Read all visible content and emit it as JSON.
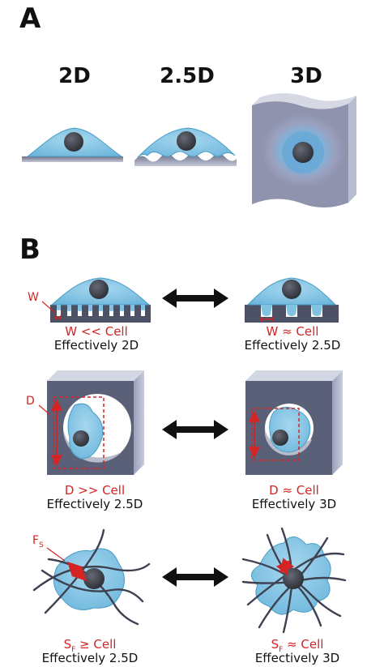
{
  "panel_a": {
    "letter": "A",
    "labels": [
      "2D",
      "2.5D",
      "3D"
    ]
  },
  "panel_b": {
    "letter": "B",
    "rows": [
      {
        "param": "W",
        "left": {
          "condition": "W << Cell",
          "effective": "Effectively 2D"
        },
        "right": {
          "condition": "W ≈ Cell",
          "effective": "Effectively 2.5D"
        }
      },
      {
        "param": "D",
        "left": {
          "condition": "D >> Cell",
          "effective": "Effectively 2.5D"
        },
        "right": {
          "condition": "D ≈ Cell",
          "effective": "Effectively 3D"
        }
      },
      {
        "param_main": "F",
        "param_sub": "S",
        "left": {
          "cond_main": "S",
          "cond_sub": "F",
          "cond_rest": " ≥ Cell",
          "effective": "Effectively 2.5D"
        },
        "right": {
          "cond_main": "S",
          "cond_sub": "F",
          "cond_rest": " ≈ Cell",
          "effective": "Effectively 3D"
        }
      }
    ]
  },
  "colors": {
    "cell": "#7fc2e2",
    "cell_edge": "#4a9cc6",
    "nucleus": "#3a3d45",
    "substrate": "#4c5166",
    "block_front": "#5a6078",
    "block_side": "#b4b8cc",
    "block_top": "#d3d6e3",
    "annotation": "#d42424"
  }
}
